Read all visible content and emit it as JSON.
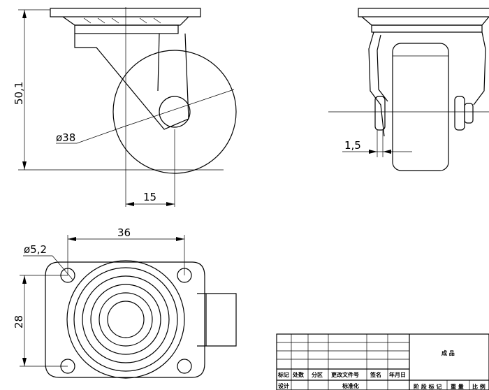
{
  "dimensions": {
    "height": "50,1",
    "wheel_diameter": "ø38",
    "offset": "15",
    "side_gap": "1,5",
    "hole_spacing_x": "36",
    "hole_diameter": "ø5,2",
    "hole_spacing_y": "28"
  },
  "title_block": {
    "title": "成 品",
    "col_1": "标记",
    "col_2": "处数",
    "col_3": "分区",
    "col_4": "更改文件号",
    "col_5": "签名",
    "col_6": "年月日",
    "row_design": "设计",
    "row_std": "标准化",
    "stage_mark": "阶 段 标 记",
    "weight": "重 量",
    "scale": "比 例"
  }
}
